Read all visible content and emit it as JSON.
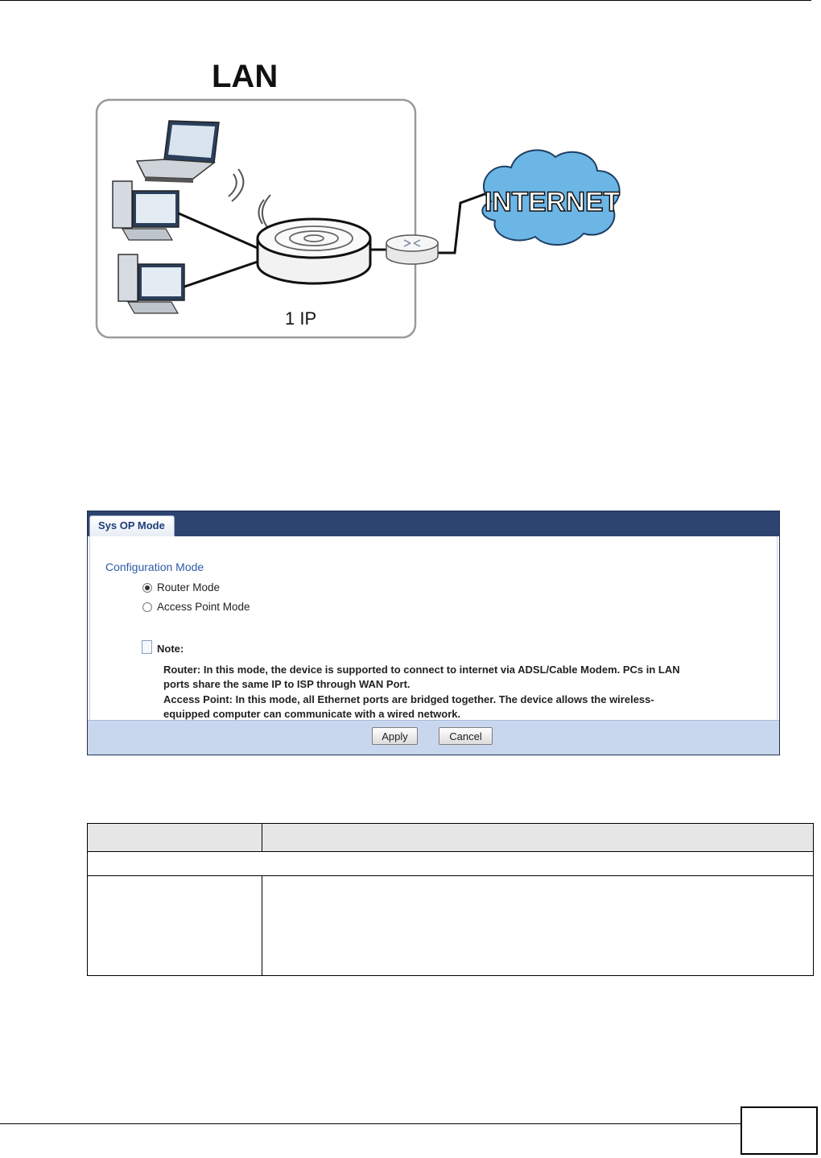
{
  "diagram": {
    "lan_label": "LAN",
    "ip_label": "1 IP",
    "internet_label": "INTERNET",
    "colors": {
      "cloud": "#6cb6e6",
      "box_border": "#9a9a9a"
    }
  },
  "ui": {
    "tab_label": "Sys OP Mode",
    "section_title": "Configuration Mode",
    "options": [
      {
        "label": "Router Mode",
        "selected": true
      },
      {
        "label": "Access Point Mode",
        "selected": false
      }
    ],
    "note_label": "Note:",
    "note_lines": [
      "Router: In this mode, the device is supported to connect to internet via ADSL/Cable Modem. PCs in LAN",
      "ports share the same IP to ISP through WAN Port.",
      "Access Point: In this mode, all Ethernet ports are bridged together. The device allows the wireless-",
      "equipped computer can communicate with a wired network."
    ],
    "apply_label": "Apply",
    "cancel_label": "Cancel",
    "colors": {
      "tabbar": "#2e4470",
      "footer": "#c9d7ee",
      "title": "#2d5aa5"
    }
  }
}
